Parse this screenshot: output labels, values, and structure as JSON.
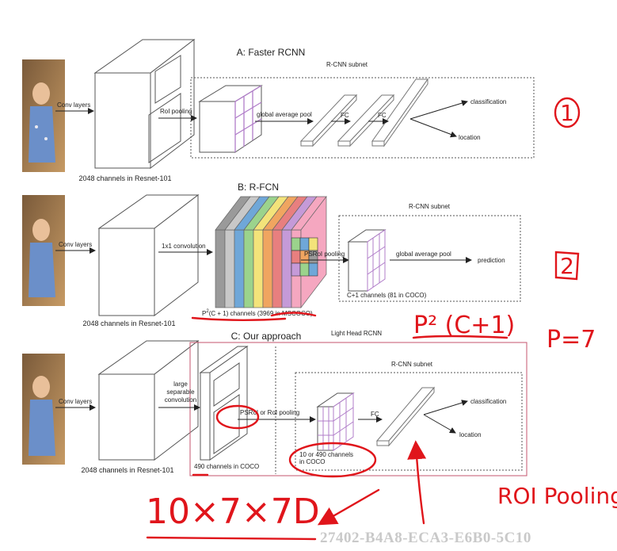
{
  "sections": {
    "a": {
      "title": "A: Faster RCNN",
      "subnet": "R-CNN subnet",
      "conv": "Conv layers",
      "roi": "RoI pooling",
      "gap": "global average pool",
      "fc1": "FC",
      "fc2": "FC",
      "cls": "classification",
      "loc": "location",
      "channels": "2048 channels in Resnet-101"
    },
    "b": {
      "title": "B: R-FCN",
      "subnet": "R-CNN subnet",
      "conv": "Conv layers",
      "conv1x1": "1x1 convolution",
      "psroi": "PSRoI pooling",
      "gap": "global average pool",
      "pred": "prediction",
      "cchan": "C+1 channels (81 in COCO)",
      "pchan_prefix": "P",
      "pchan_sup": "2",
      "pchan_rest": "(C + 1)  channels (3969 in MSCOCO)",
      "channels": "2048 channels in Resnet-101"
    },
    "c": {
      "title": "C: Our approach",
      "light": "Light Head RCNN",
      "subnet": "R-CNN subnet",
      "conv": "Conv layers",
      "large1": "large",
      "large2": "separable",
      "large3": "convolution",
      "psroi": "PSRoI or RoI pooling",
      "fc": "FC",
      "cls": "classification",
      "loc": "location",
      "ch10a": "10 or 490 channels",
      "ch10b": "in COCO",
      "ch490": "490 channels in COCO",
      "channels": "2048 channels in Resnet-101"
    }
  },
  "annotations": {
    "one": "1",
    "two": "2",
    "formula": "P² (C+1)",
    "p7": "P=7",
    "roi": "ROI Pooling",
    "mult": "10×7×7D"
  },
  "watermark": "27402-B4A8-ECA3-E6B0-5C10",
  "colors": {
    "annotation": "#e0151b",
    "grid_purple": "#b07cc9",
    "light_head_border": "#c9637a",
    "pink": "#f5a7c0"
  }
}
